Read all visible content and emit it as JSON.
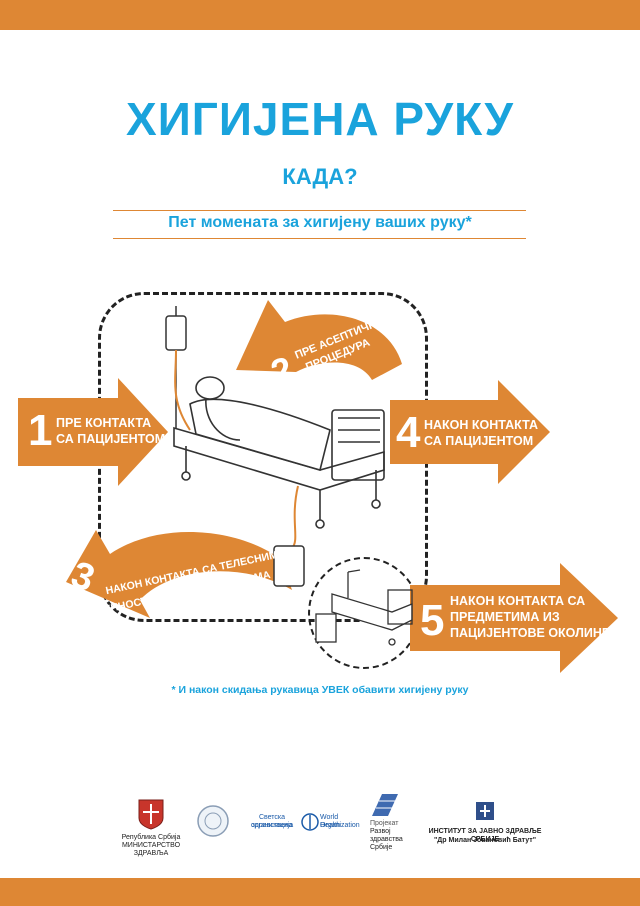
{
  "header": {
    "title": "ХИГИЈЕНА РУКУ",
    "when": "КАДА?",
    "subtitle": "Пет момената за хигијену ваших руку*"
  },
  "moments": [
    {
      "number": "1",
      "line1": "ПРЕ КОНТАКТА",
      "line2": "СА ПАЦИЈЕНТОМ"
    },
    {
      "number": "2",
      "line1": "ПРЕ АСЕПТИЧНИХ",
      "line2": "ПРОЦЕДУРА"
    },
    {
      "number": "3",
      "line1": "НАКОН КОНТАКТА СА ТЕЛЕСНИМ",
      "line2": "ТЕЧНОСТИМА И ИЗЛУЧЕВИНАМА"
    },
    {
      "number": "4",
      "line1": "НАКОН КОНТАКТА",
      "line2": "СА ПАЦИЈЕНТОМ"
    },
    {
      "number": "5",
      "line1": "НАКОН КОНТАКТА СА",
      "line2": "ПРЕДМЕТИМА ИЗ",
      "line3": "ПАЦИЈЕНТОВЕ ОКОЛИНЕ"
    }
  ],
  "footnote": "* И након скидања рукавица УВЕК обавити хигијену руку",
  "logos": {
    "ministry_line1": "Република Србија",
    "ministry_line2": "МИНИСТАРСТВО ЗДРАВЉА",
    "who_line1": "Светска здравствена",
    "who_line2": "организација",
    "who_en1": "World Health",
    "who_en2": "Organization",
    "project_line1": "Пројекат",
    "project_line2": "Развој",
    "project_line3": "здравства",
    "project_line4": "Србије",
    "institute_line1": "ИНСТИТУТ ЗА ЈАВНО ЗДРАВЉЕ СРБИЈЕ",
    "institute_line2": "\"Др Милан Јовановић Батут\""
  },
  "colors": {
    "orange": "#de8734",
    "blue": "#1aa3dc",
    "band": "#de8734"
  },
  "icons": [
    "serbia-coat-of-arms-icon",
    "emblem-icon",
    "who-emblem-icon",
    "project-logo-icon",
    "institute-logo-icon"
  ]
}
